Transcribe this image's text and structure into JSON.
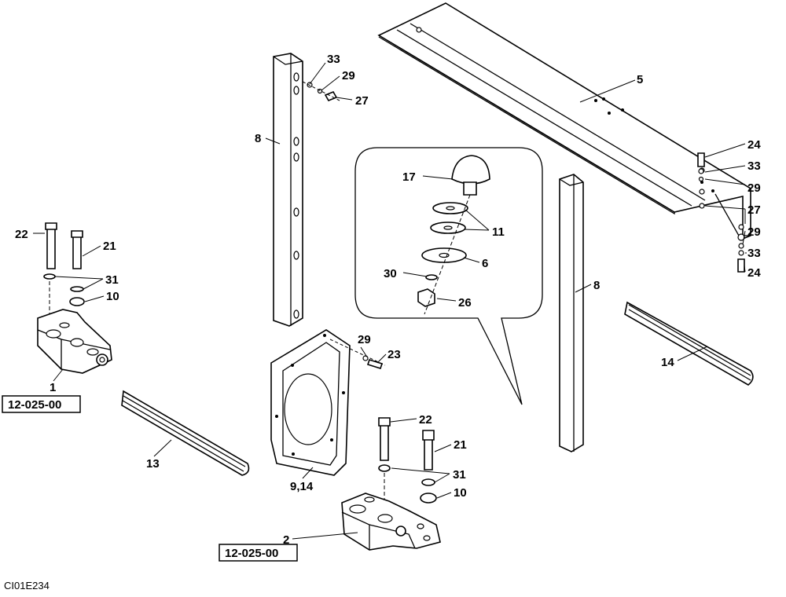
{
  "labels": {
    "l33a": "33",
    "l29a": "29",
    "l27a": "27",
    "l8a": "8",
    "l5": "5",
    "l24a": "24",
    "l33b": "33",
    "l29b": "29",
    "l27b": "27",
    "l29c": "29",
    "l33c": "33",
    "l24b": "24",
    "l17": "17",
    "l11": "11",
    "l6": "6",
    "l30": "30",
    "l26": "26",
    "l8b": "8",
    "l14a": "14",
    "l22a": "22",
    "l21a": "21",
    "l31a": "31",
    "l10a": "10",
    "l1": "1",
    "l29d": "29",
    "l23": "23",
    "l13": "13",
    "l914": "9,14",
    "l22b": "22",
    "l21b": "21",
    "l31b": "31",
    "l10b": "10",
    "l2": "2"
  },
  "refs": {
    "ref1": "12-025-00",
    "ref2": "12-025-00"
  },
  "drawing_code": "CI01E234"
}
